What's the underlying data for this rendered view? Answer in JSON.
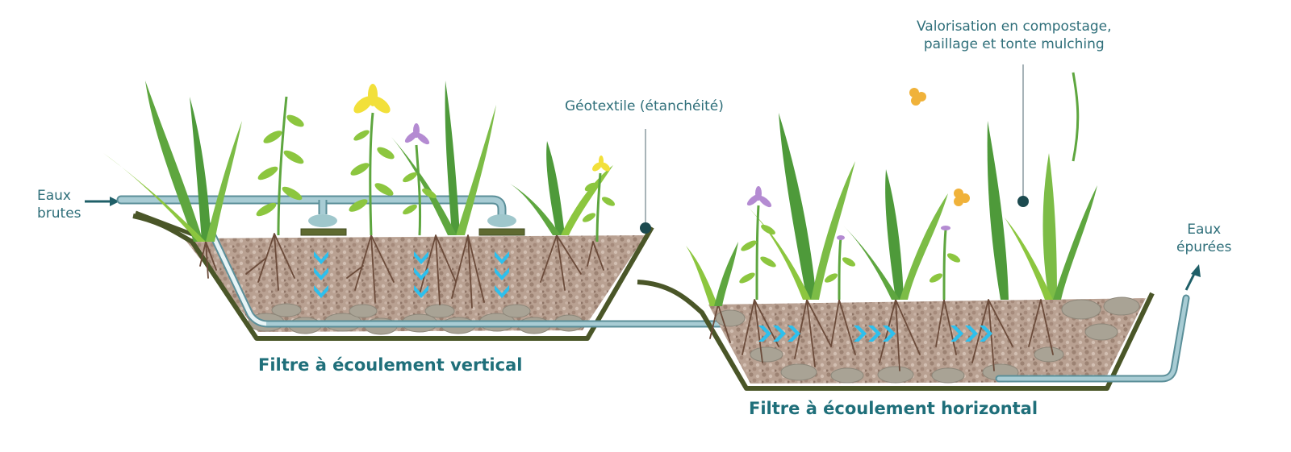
{
  "labels": {
    "inflow_line1": "Eaux",
    "inflow_line2": "brutes",
    "outflow_line1": "Eaux",
    "outflow_line2": "épurées",
    "geotextile": "Géotextile (étanchéité)",
    "valorisation_line1": "Valorisation en compostage,",
    "valorisation_line2": "paillage et tonte mulching",
    "vertical_filter": "Filtre à écoulement vertical",
    "horizontal_filter": "Filtre à écoulement horizontal"
  },
  "colors": {
    "label_text": "#2f6f7a",
    "title_text": "#1f6f7a",
    "pipe": "#a8ccd4",
    "pipe_outline": "#5b8f99",
    "basin_wall": "#4c5a2a",
    "gravel": "#b39a8b",
    "stones": "#a8a294",
    "roots": "#6b4b3a",
    "water_arrow": "#2cc0ee",
    "leaf_dark": "#4e9a3a",
    "leaf_light": "#8cc63f",
    "flower_yellow": "#f2e03a",
    "flower_purple": "#b48bd2",
    "flower_orange": "#f0b23a",
    "marker": "#1c4a4f"
  },
  "flow": {
    "vertical_arrow_columns": 3,
    "horizontal_arrow_groups": 3
  }
}
